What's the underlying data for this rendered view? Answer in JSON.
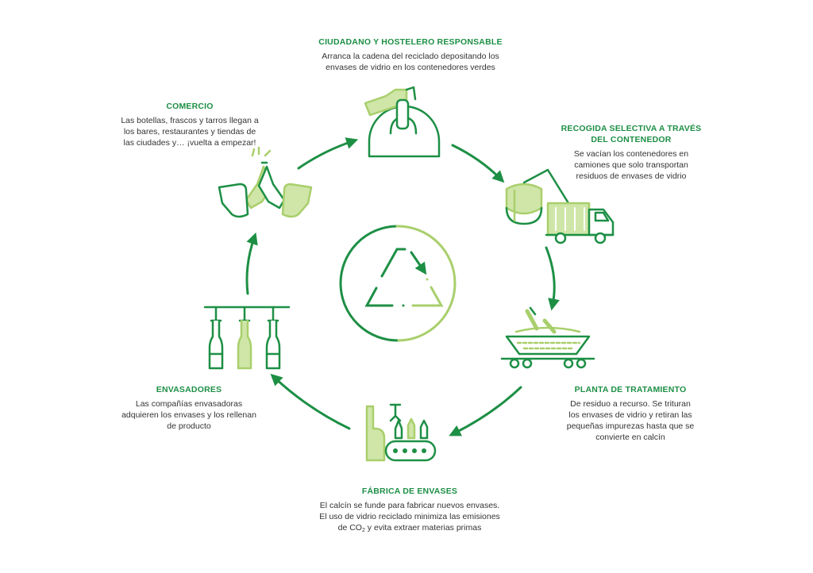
{
  "colors": {
    "dark_green": "#1d8f45",
    "light_green": "#a9cf6c",
    "fill_green": "#cfe6a8",
    "text": "#333333"
  },
  "center": {
    "icon": "recycle-triangle-icon"
  },
  "stages": [
    {
      "id": "ciudadano",
      "icon": "hand-bottle-deposit-icon",
      "title": "CIUDADANO Y HOSTELERO RESPONSABLE",
      "lines": [
        "Arranca la cadena del reciclado depositando los",
        "envases de vidrio en los contenedores verdes"
      ]
    },
    {
      "id": "recogida",
      "icon": "recycling-truck-icon",
      "title_lines": [
        "RECOGIDA SELECTIVA A TRAVÉS",
        "DEL CONTENEDOR"
      ],
      "lines": [
        "Se vacían los contenedores en",
        "camiones que solo transportan",
        "residuos de envases de vidrio"
      ]
    },
    {
      "id": "planta",
      "icon": "treatment-plant-cart-icon",
      "title": "PLANTA DE TRATAMIENTO",
      "lines": [
        "De residuo a recurso. Se trituran",
        "los envases de vidrio y retiran las",
        "pequeñas impurezas hasta que se",
        "convierte en calcín"
      ]
    },
    {
      "id": "fabrica",
      "icon": "factory-conveyor-icon",
      "title": "FÁBRICA DE ENVASES",
      "lines": [
        "El calcín se funde para fabricar nuevos envases.",
        "El uso de vidrio reciclado minimiza las emisiones"
      ],
      "last_line": {
        "pre": "de CO",
        "sub": "2",
        "post": " y evita extraer materias primas"
      }
    },
    {
      "id": "envasadores",
      "icon": "bottling-line-icon",
      "title": "ENVASADORES",
      "lines": [
        "Las compañías envasadoras",
        "adquieren los envases y los rellenan",
        "de producto"
      ]
    },
    {
      "id": "comercio",
      "icon": "bottles-cheers-icon",
      "title": "COMERCIO",
      "lines": [
        "Las botellas, frascos y tarros llegan a",
        "los bares, restaurantes y tiendas de",
        "las ciudades y… ¡vuelta a empezar!"
      ]
    }
  ]
}
